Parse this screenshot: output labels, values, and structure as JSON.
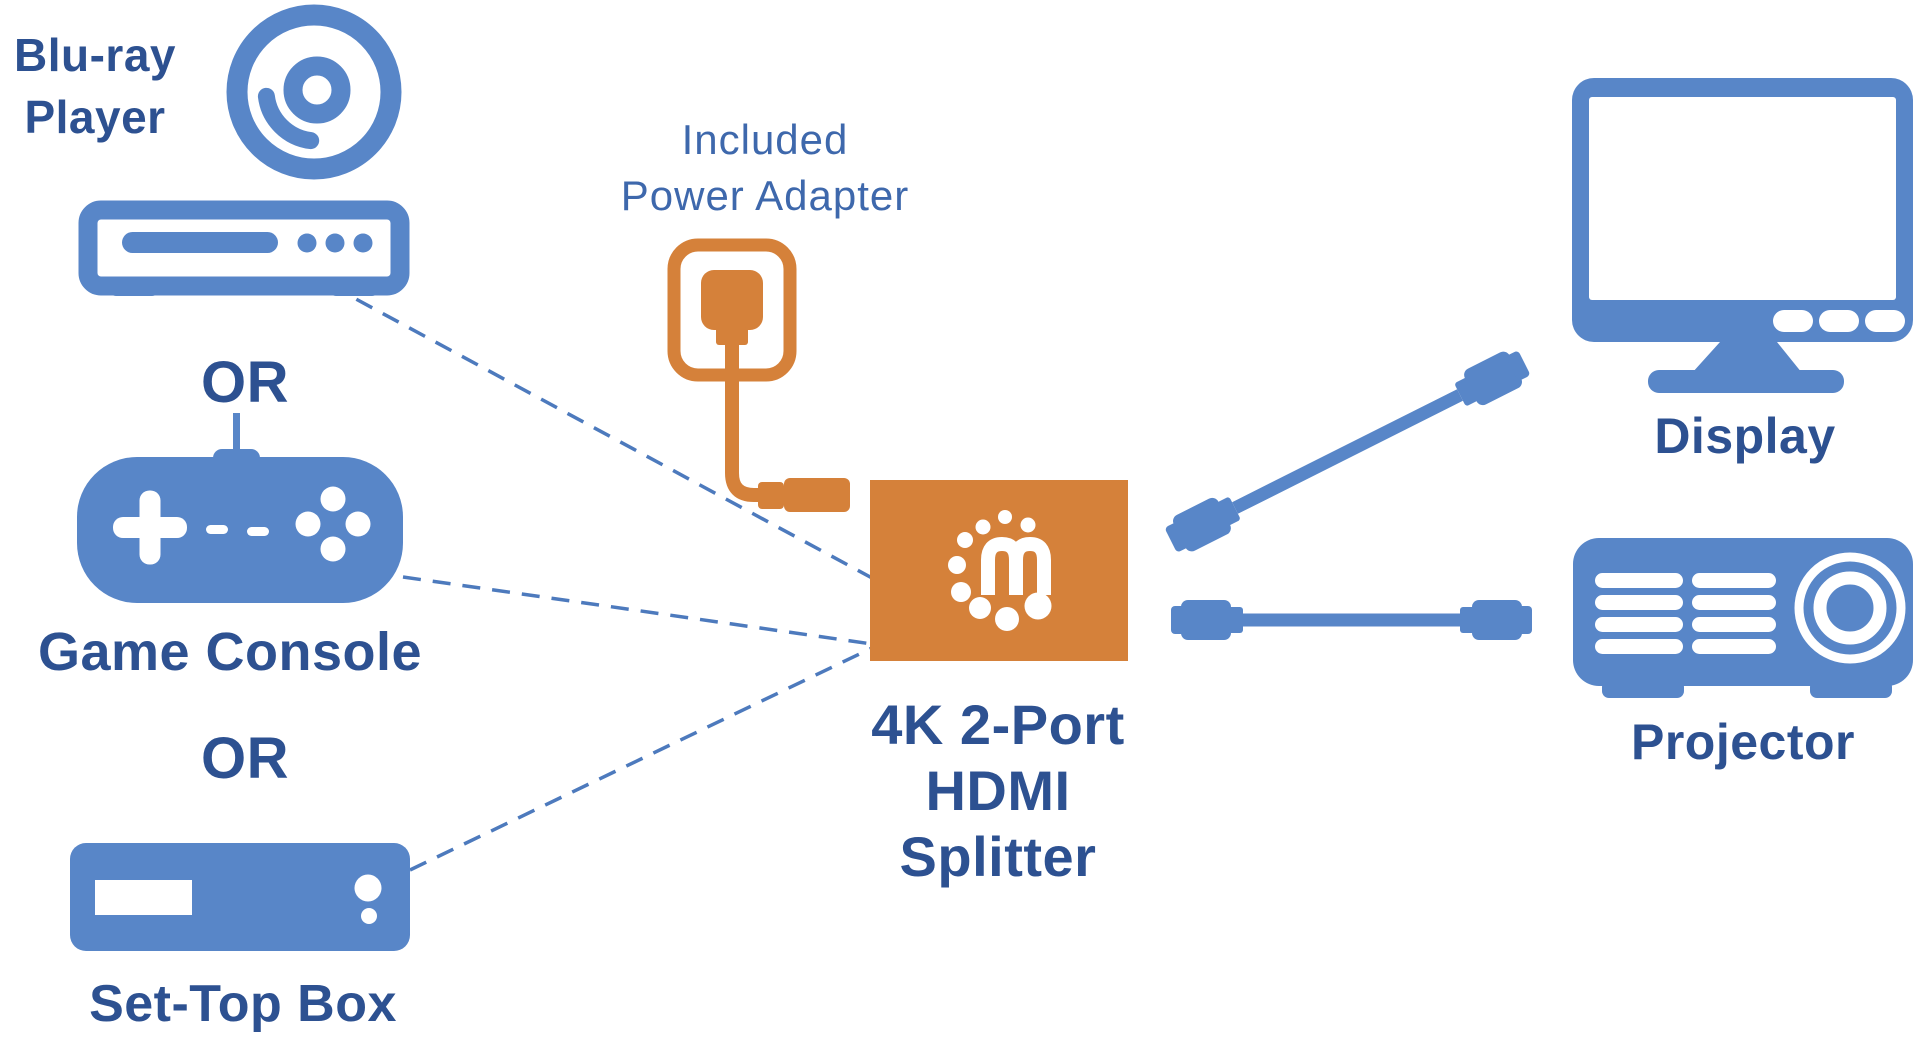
{
  "colors": {
    "icon_blue": "#5886C8",
    "label_blue": "#2D5191",
    "adapter_label_blue": "#3E68AC",
    "dashed_line_blue": "#4D7ABD",
    "orange": "#D5813A",
    "white": "#FFFFFF"
  },
  "sources": {
    "separator": "OR",
    "blu_ray": {
      "label": "Blu-ray\nPlayer"
    },
    "game_console": {
      "label": "Game Console"
    },
    "set_top_box": {
      "label": "Set-Top Box"
    }
  },
  "center": {
    "power_adapter_label": "Included\nPower Adapter",
    "splitter_title": "4K 2-Port\nHDMI Splitter",
    "brand_letter": "m"
  },
  "outputs": {
    "display": {
      "label": "Display"
    },
    "projector": {
      "label": "Projector"
    }
  }
}
